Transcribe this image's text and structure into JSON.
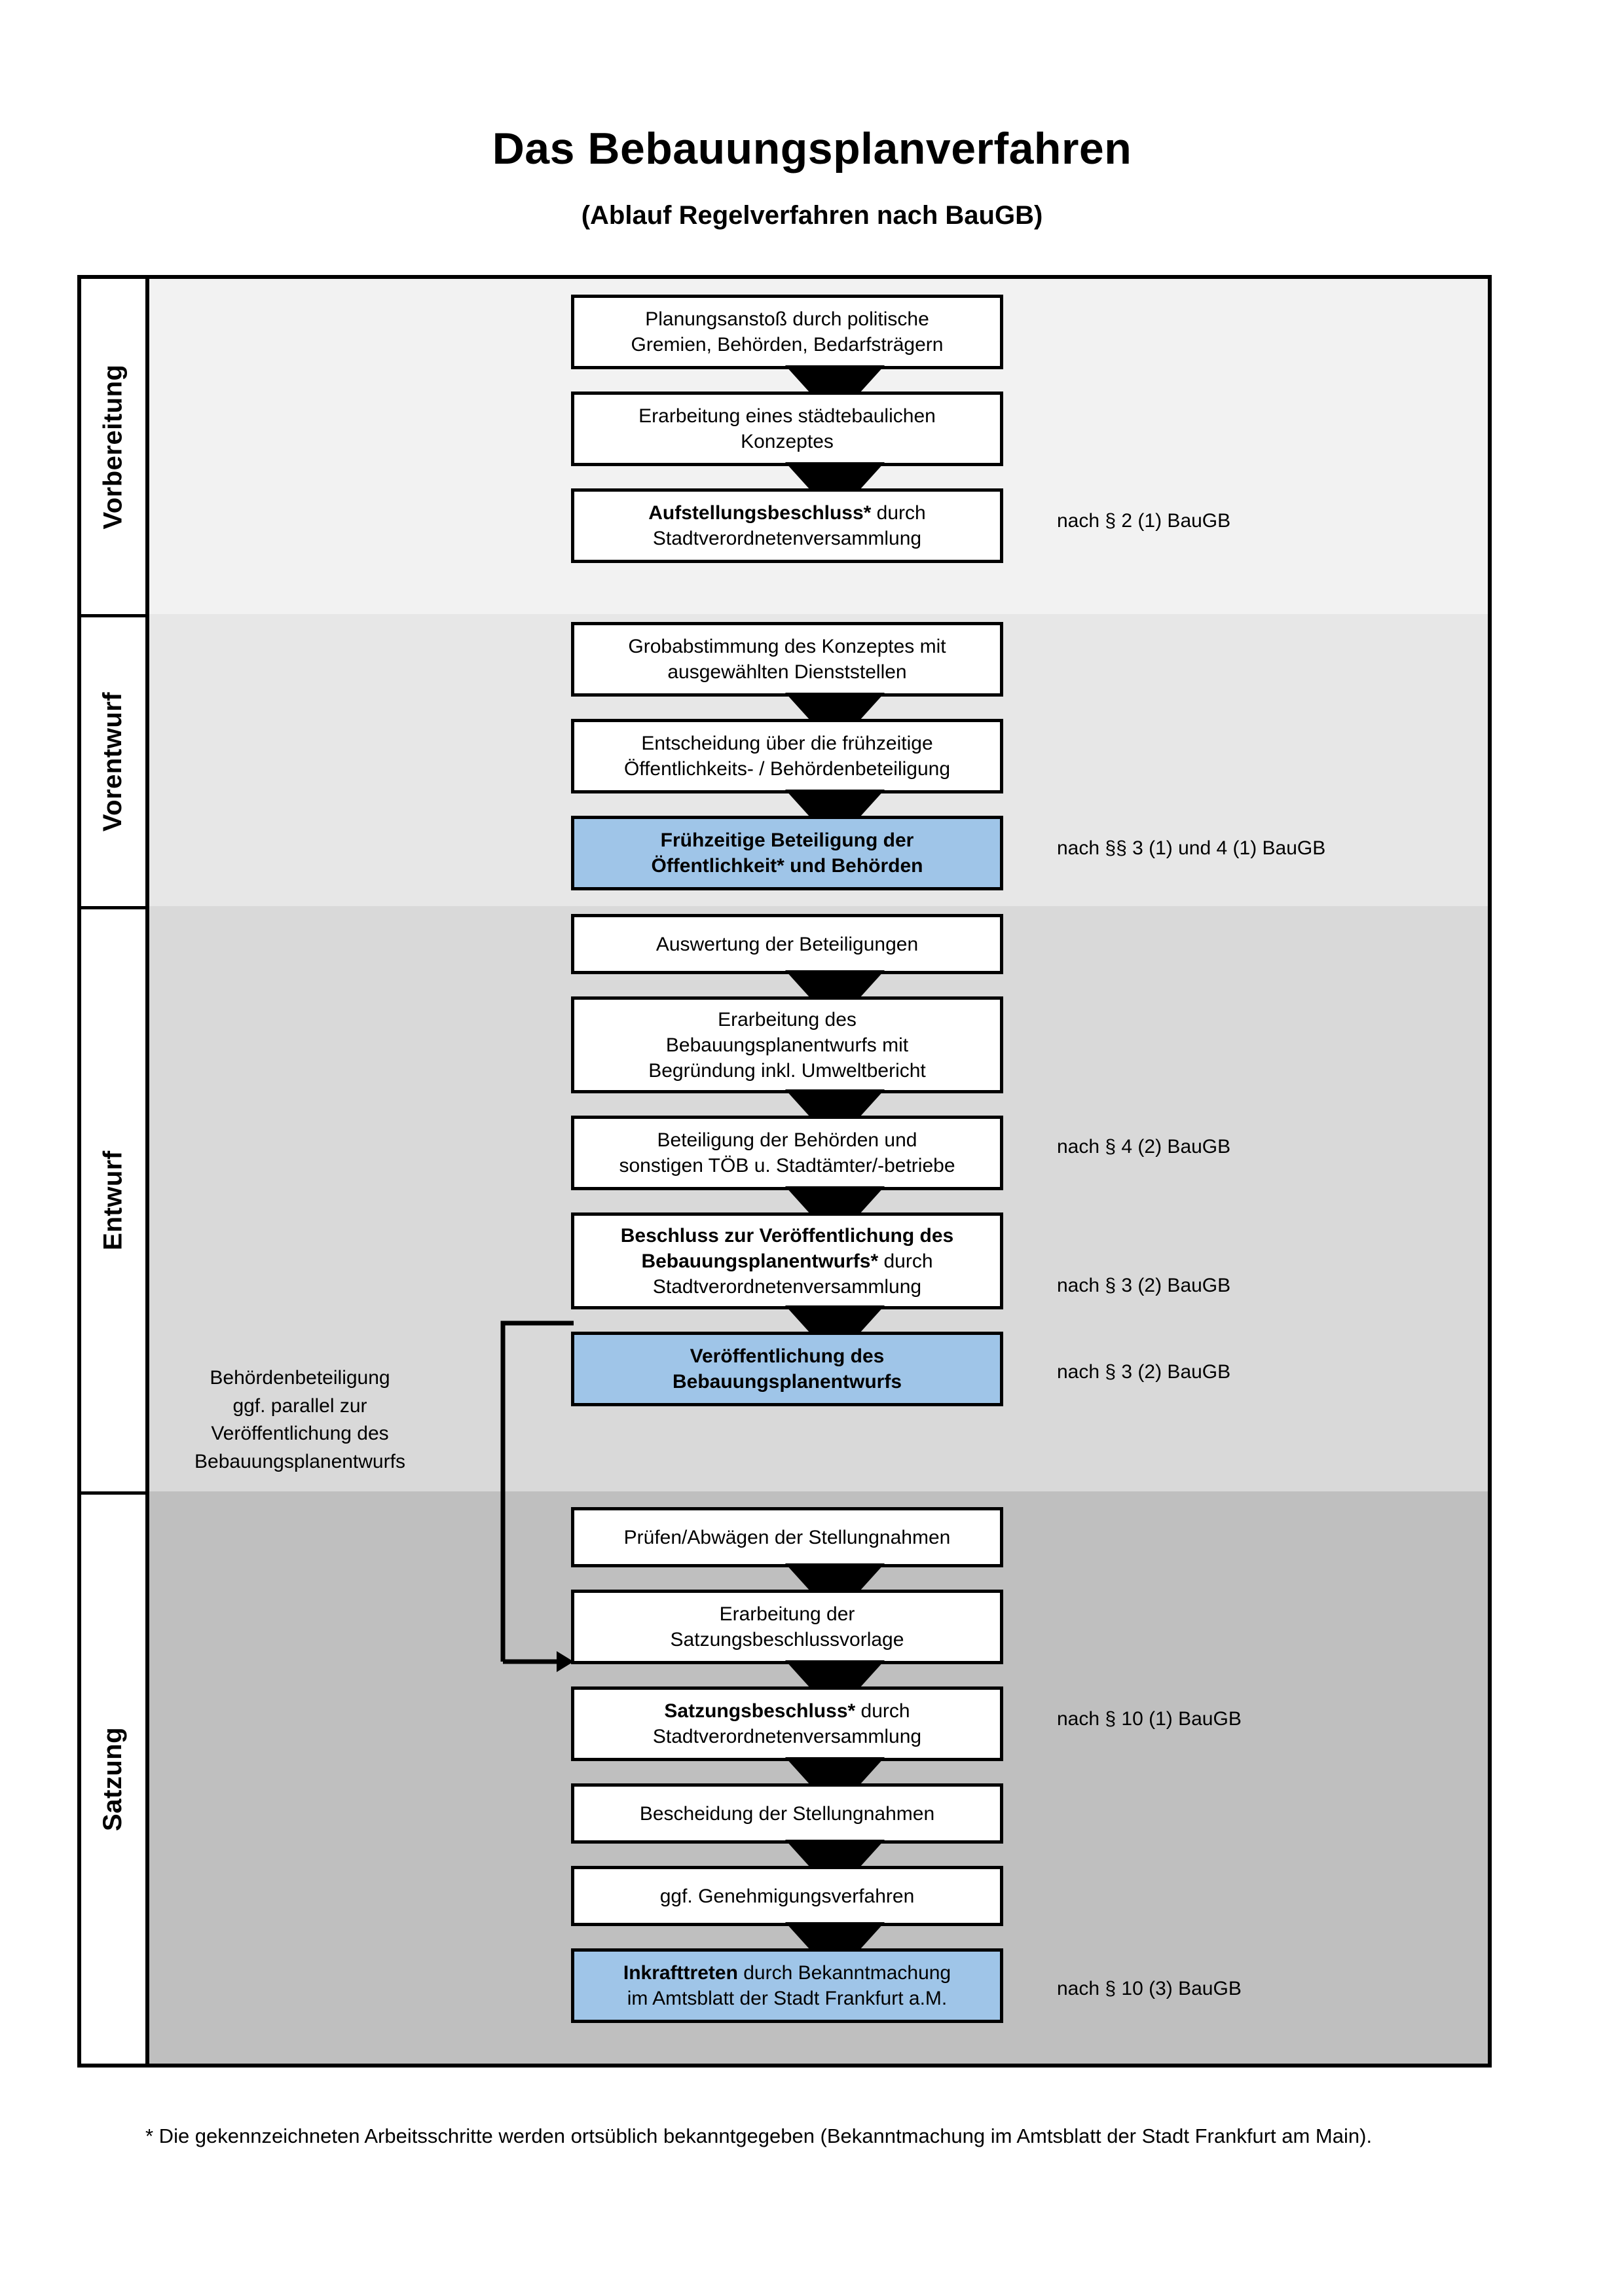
{
  "header": {
    "title": "Das Bebauungsplanverfahren",
    "subtitle": "(Ablauf Regelverfahren nach BauGB)"
  },
  "phases": [
    {
      "id": "vorbereitung",
      "label": "Vorbereitung"
    },
    {
      "id": "vorentwurf",
      "label": "Vorentwurf"
    },
    {
      "id": "entwurf",
      "label": "Entwurf"
    },
    {
      "id": "satzung",
      "label": "Satzung"
    }
  ],
  "steps": {
    "s1_l1": "Planungsanstoß durch politische",
    "s1_l2": "Gremien, Behörden, Bedarfsträgern",
    "s2_l1": "Erarbeitung eines städtebaulichen",
    "s2_l2": "Konzeptes",
    "s3_b": "Aufstellungsbeschluss*",
    "s3_l1": " durch",
    "s3_l2": "Stadtverordnetenversammlung",
    "s4_l1": "Grobabstimmung des Konzeptes mit",
    "s4_l2": "ausgewählten Dienststellen",
    "s5_l1": "Entscheidung über die frühzeitige",
    "s5_l2": "Öffentlichkeits- / Behördenbeteiligung",
    "s6_l1": "Frühzeitige Beteiligung der",
    "s6_l2": "Öffentlichkeit* und Behörden",
    "s7_l1": "Auswertung der Beteiligungen",
    "s8_l1": "Erarbeitung des",
    "s8_l2": "Bebauungsplanentwurfs mit",
    "s8_l3": "Begründung inkl. Umweltbericht",
    "s9_l1": "Beteiligung der Behörden und",
    "s9_l2": "sonstigen TÖB u. Stadtämter/-betriebe",
    "s10_b1": "Beschluss zur Veröffentlichung des",
    "s10_b2": "Bebauungsplanentwurfs*",
    "s10_l1": " durch",
    "s10_l2": "Stadtverordnetenversammlung",
    "s11_l1": "Veröffentlichung des",
    "s11_l2": "Bebauungsplanentwurfs",
    "s12_l1": "Prüfen/Abwägen der Stellungnahmen",
    "s13_l1": "Erarbeitung der",
    "s13_l2": "Satzungsbeschlussvorlage",
    "s14_b": "Satzungsbeschluss*",
    "s14_l1": " durch",
    "s14_l2": "Stadtverordnetenversammlung",
    "s15_l1": "Bescheidung der Stellungnahmen",
    "s16_l1": "ggf. Genehmigungsverfahren",
    "s17_b": "Inkrafttreten",
    "s17_l1": " durch Bekanntmachung",
    "s17_l2": "im Amtsblatt der Stadt Frankfurt a.M."
  },
  "references": {
    "r1": "nach § 2 (1) BauGB",
    "r2": "nach §§ 3 (1) und 4 (1) BauGB",
    "r3": "nach § 4 (2) BauGB",
    "r4": "nach § 3 (2) BauGB",
    "r5": "nach § 3 (2) BauGB",
    "r6": "nach § 10 (1) BauGB",
    "r7": "nach § 10 (3) BauGB"
  },
  "annotations": {
    "parallel_note_l1": "Behördenbeteiligung",
    "parallel_note_l2": "ggf. parallel zur",
    "parallel_note_l3": "Veröffentlichung des",
    "parallel_note_l4": "Bebauungsplanentwurfs"
  },
  "footnote": {
    "text": "* Die gekennzeichneten Arbeitsschritte werden ortsüblich bekanntgegeben (Bekanntmachung im Amtsblatt  der Stadt Frankfurt am Main)."
  },
  "colors": {
    "highlight": "#9fc5e8",
    "phase1_bg": "#f2f2f2",
    "phase2_bg": "#e7e7e7",
    "phase3_bg": "#d9d9d9",
    "phase4_bg": "#bfbfbf",
    "stroke": "#000000"
  }
}
